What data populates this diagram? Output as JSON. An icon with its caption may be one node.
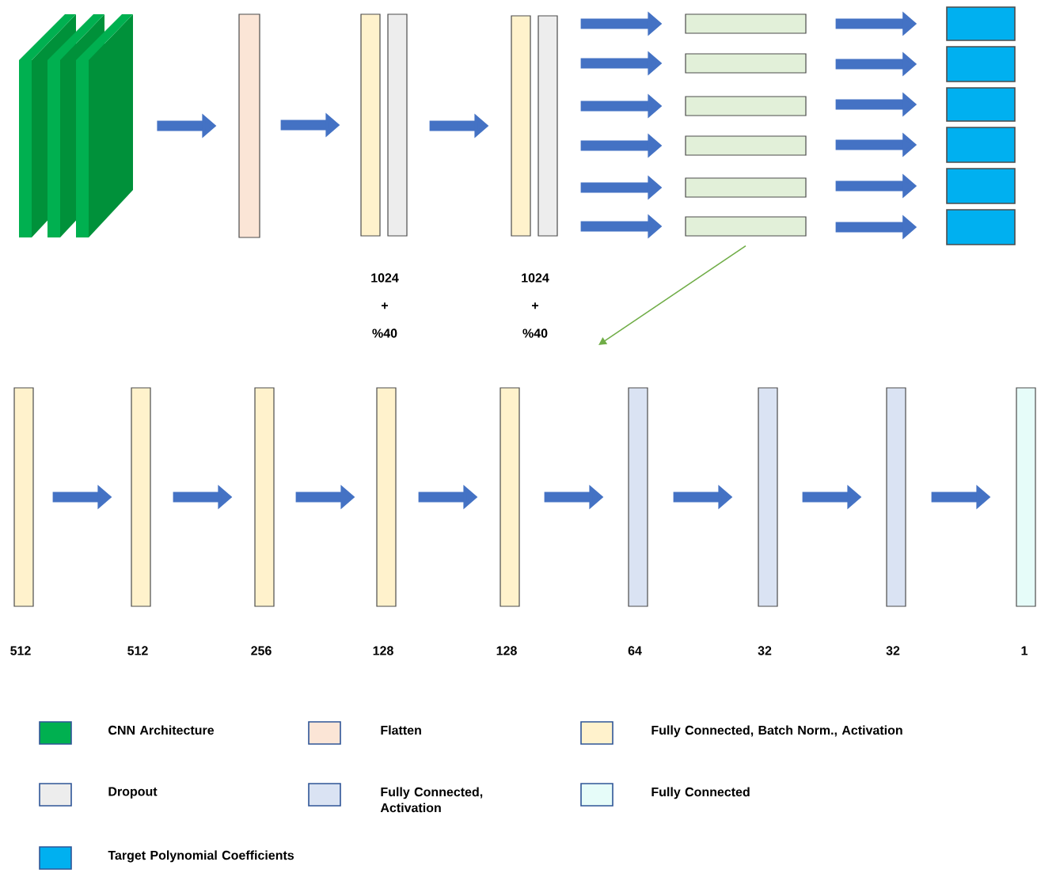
{
  "diagram": {
    "nodes": [
      {
        "text": [],
        "shape": "picture"
      },
      {
        "text": [],
        "shape": "bar"
      },
      {
        "text": [],
        "shape": "bar"
      },
      {
        "text": [],
        "shape": "bar"
      },
      {
        "text": [],
        "shape": "bar"
      },
      {
        "text": [],
        "shape": "bar"
      },
      {
        "text": [],
        "shape": "bar"
      },
      {
        "text": [],
        "shape": "bar"
      },
      {
        "text": [],
        "shape": "bar"
      },
      {
        "text": [],
        "shape": "bar"
      },
      {
        "text": [],
        "shape": "bar"
      },
      {
        "text": [],
        "shape": "bar"
      },
      {
        "text": [],
        "shape": "box"
      },
      {
        "text": [],
        "shape": "box"
      },
      {
        "text": [],
        "shape": "box"
      },
      {
        "text": [],
        "shape": "box"
      },
      {
        "text": [],
        "shape": "box"
      },
      {
        "text": [],
        "shape": "box"
      },
      {
        "text": [],
        "shape": "bar",
        "beside": [
          "512"
        ]
      },
      {
        "text": [],
        "shape": "bar",
        "beside": [
          "512"
        ]
      },
      {
        "text": [],
        "shape": "bar",
        "beside": [
          "256"
        ]
      },
      {
        "text": [],
        "shape": "bar",
        "beside": [
          "128"
        ]
      },
      {
        "text": [],
        "shape": "bar",
        "beside": [
          "128"
        ]
      },
      {
        "text": [],
        "shape": "bar",
        "beside": [
          "64"
        ]
      },
      {
        "text": [],
        "shape": "bar",
        "beside": [
          "32"
        ]
      },
      {
        "text": [],
        "shape": "bar",
        "beside": [
          "32"
        ]
      },
      {
        "text": [],
        "shape": "bar",
        "beside": [
          "1"
        ]
      }
    ],
    "edges": [
      {
        "from": 0,
        "to": 1,
        "arrow": "to"
      },
      {
        "from": 1,
        "to": 2,
        "arrow": "to"
      },
      {
        "from": 3,
        "to": 4,
        "arrow": "to"
      },
      {
        "from": 5,
        "to": 6,
        "arrow": "to"
      },
      {
        "from": 5,
        "to": 7,
        "arrow": "to"
      },
      {
        "from": 5,
        "to": 8,
        "arrow": "to"
      },
      {
        "from": 5,
        "to": 9,
        "arrow": "to"
      },
      {
        "from": 5,
        "to": 10,
        "arrow": "to"
      },
      {
        "from": 5,
        "to": 11,
        "arrow": "to"
      },
      {
        "from": 6,
        "to": 12,
        "arrow": "to"
      },
      {
        "from": 7,
        "to": 13,
        "arrow": "to"
      },
      {
        "from": 8,
        "to": 14,
        "arrow": "to"
      },
      {
        "from": 9,
        "to": 15,
        "arrow": "to"
      },
      {
        "from": 10,
        "to": 16,
        "arrow": "to"
      },
      {
        "from": 11,
        "to": 17,
        "arrow": "to"
      },
      {
        "from": 11,
        "to": null,
        "arrow": "to",
        "color": "#70ad47"
      },
      {
        "from": 18,
        "to": 19,
        "arrow": "to"
      },
      {
        "from": 19,
        "to": 20,
        "arrow": "to"
      },
      {
        "from": 20,
        "to": 21,
        "arrow": "to"
      },
      {
        "from": 21,
        "to": 22,
        "arrow": "to"
      },
      {
        "from": 22,
        "to": 23,
        "arrow": "to"
      },
      {
        "from": 23,
        "to": 24,
        "arrow": "to"
      },
      {
        "from": 24,
        "to": 25,
        "arrow": "to"
      },
      {
        "from": 25,
        "to": 26,
        "arrow": "to"
      }
    ],
    "labels": [
      "1024 + %40",
      "1024 + %40"
    ],
    "legend": [
      {
        "text": "CNN Architecture",
        "color": "#00b050"
      },
      {
        "text": "Flatten",
        "color": "#fbe5d6"
      },
      {
        "text": "Fully Connected, Batch Norm., Activation",
        "color": "#fff2cc"
      },
      {
        "text": "Dropout",
        "color": "#ededed"
      },
      {
        "text": "Fully Connected, Activation",
        "color": "#dae3f3"
      },
      {
        "text": "Fully Connected",
        "color": "#e6fcf9"
      },
      {
        "text": "Target Polynomial Coefficients",
        "color": "#00b0f0"
      }
    ]
  }
}
